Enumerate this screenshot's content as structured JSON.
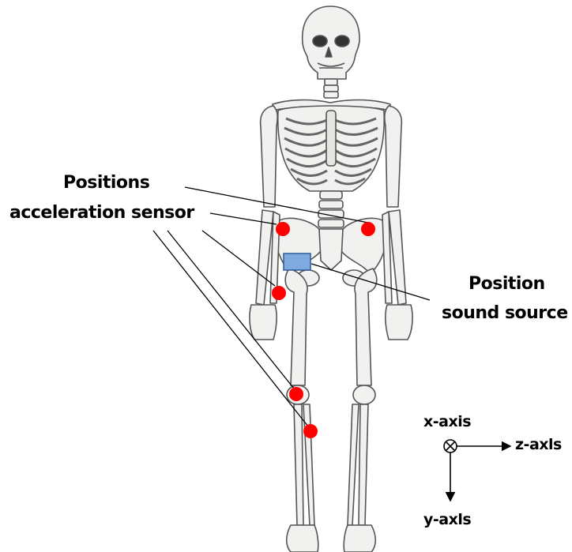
{
  "labels": {
    "positions_line1": "Positions",
    "positions_line2": "acceleration sensor",
    "source_line1": "Position",
    "source_line2": "sound source",
    "x_axis": "x-axis",
    "z_axis": "z-axls",
    "y_axis": "y-axls"
  },
  "colors": {
    "sensor_marker": "#ff0000",
    "sound_source_fill": "#7faadf",
    "sound_source_stroke": "#2f5a96",
    "bone_fill": "#f1f1ef",
    "bone_stroke": "#555555",
    "leader_line": "#000000"
  },
  "icons": {
    "x_axis_symbol": "circle-x-into-page-icon",
    "axis_arrow": "arrow-icon"
  }
}
